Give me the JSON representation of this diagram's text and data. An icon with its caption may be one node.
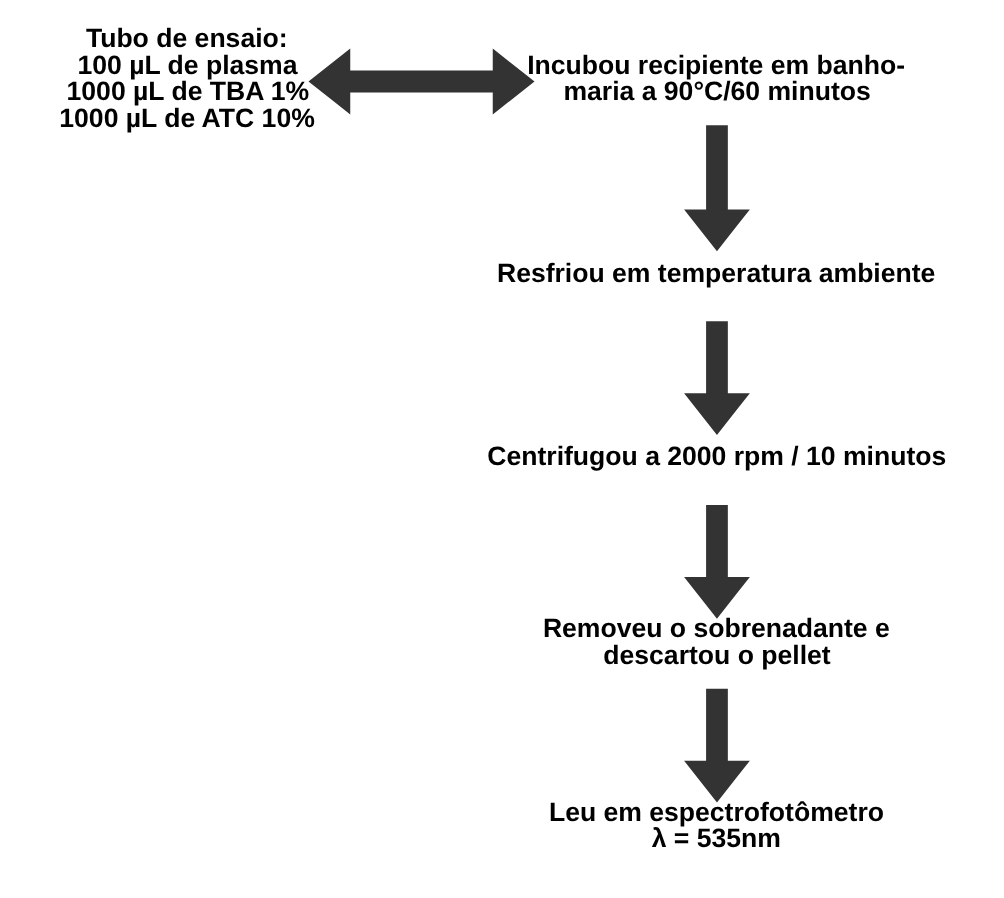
{
  "diagram": {
    "nodes": [
      {
        "text": [
          "Tubo de ensaio:",
          "100 µL de plasma",
          "1000 µL de TBA 1%",
          "1000 µL de ATC 10%"
        ]
      },
      {
        "text": [
          "Incubou recipiente em banho-maria a 90°C/60 minutos"
        ]
      },
      {
        "text": [
          "Resfriou em temperatura ambiente"
        ]
      },
      {
        "text": [
          "Centrifugou a 2000 rpm / 10 minutos"
        ]
      },
      {
        "text": [
          "Removeu o sobrenadante e descartou o pellet"
        ]
      },
      {
        "text": [
          "Leu em espectrofotômetro",
          "λ = 535nm"
        ]
      }
    ],
    "edges": [
      {
        "from": 0,
        "to": 1,
        "arrow": "both"
      },
      {
        "from": 1,
        "to": 2,
        "arrow": "to"
      },
      {
        "from": 2,
        "to": 3,
        "arrow": "to"
      },
      {
        "from": 3,
        "to": 4,
        "arrow": "to"
      },
      {
        "from": 4,
        "to": 5,
        "arrow": "to"
      }
    ]
  }
}
